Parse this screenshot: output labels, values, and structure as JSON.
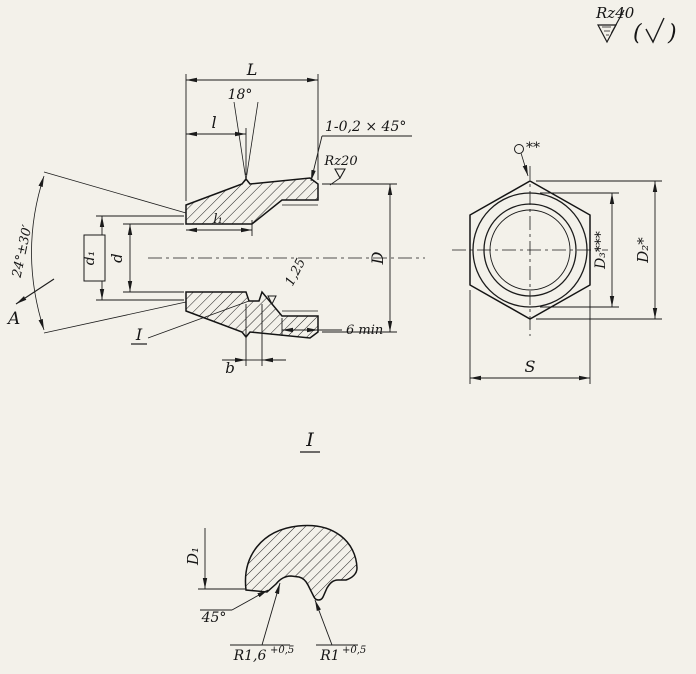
{
  "colors": {
    "paper": "#f3f1ea",
    "ink": "#1b1b1b"
  },
  "roughness_note": {
    "rz40": "Rz40",
    "open": "(",
    "close": ")"
  },
  "main_view": {
    "L": "L",
    "angle18": "18°",
    "l": "l",
    "chamfer": "1-0,2 × 45°",
    "rz20": "Rz20",
    "d1": "d₁",
    "d": "d",
    "l1": "l₁",
    "cone_angle": "24°±30′",
    "view_a": "A",
    "D": "D",
    "ra": "1,25",
    "thread_len": "6 min",
    "detail_ref": "I",
    "b": "b"
  },
  "end_view": {
    "flag": "**",
    "D3": "D₃***",
    "D2": "D₂*",
    "S": "S"
  },
  "detail": {
    "title": "I",
    "D1": "D₁",
    "angle": "45°",
    "r_left": "R1,6",
    "r_left_tol": "+0,5",
    "r_right": "R1",
    "r_right_tol": "+0,5"
  }
}
